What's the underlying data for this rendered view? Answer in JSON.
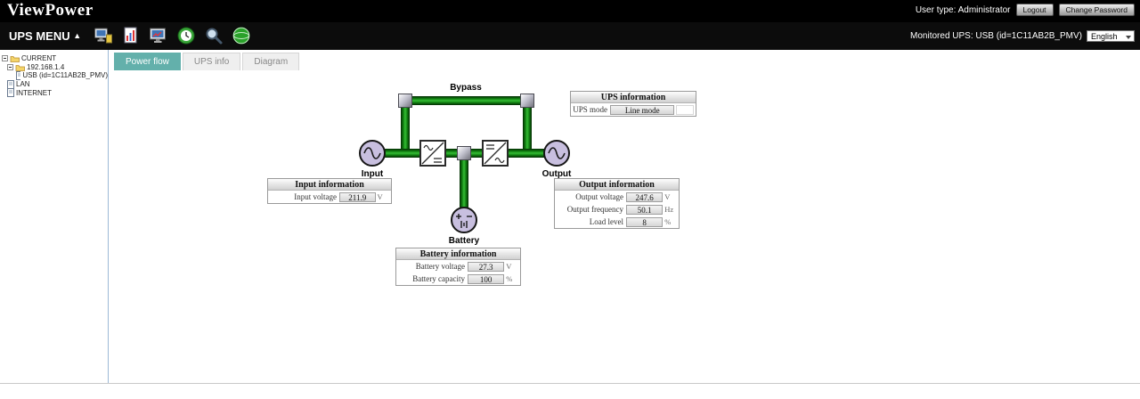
{
  "header": {
    "brand": "ViewPower",
    "user_type": "User type: Administrator",
    "logout_label": "Logout",
    "change_password_label": "Change Password"
  },
  "menubar": {
    "menu_label": "UPS MENU",
    "menu_arrow": "▲",
    "monitored_ups": "Monitored UPS: USB (id=1C11AB2B_PMV)",
    "language": "English",
    "icons": [
      "monitor-icon",
      "report-icon",
      "log-screen-icon",
      "clock-icon",
      "search-icon",
      "globe-icon"
    ]
  },
  "sidebar": {
    "items": [
      {
        "label": "CURRENT"
      },
      {
        "label": "192.168.1.4"
      },
      {
        "label": "USB (id=1C11AB2B_PMV)"
      },
      {
        "label": "LAN"
      },
      {
        "label": "INTERNET"
      }
    ]
  },
  "tabs": [
    {
      "label": "Power flow"
    },
    {
      "label": "UPS info"
    },
    {
      "label": "Diagram"
    }
  ],
  "diagram": {
    "bypass_label": "Bypass",
    "input_label": "Input",
    "output_label": "Output",
    "battery_label": "Battery",
    "panels": {
      "ups": {
        "title": "UPS information",
        "rows": [
          {
            "label": "UPS mode",
            "value": "Line mode",
            "unit": ""
          }
        ]
      },
      "input": {
        "title": "Input information",
        "rows": [
          {
            "label": "Input voltage",
            "value": "211.9",
            "unit": "V"
          }
        ]
      },
      "output": {
        "title": "Output information",
        "rows": [
          {
            "label": "Output voltage",
            "value": "247.6",
            "unit": "V"
          },
          {
            "label": "Output frequency",
            "value": "50.1",
            "unit": "Hz"
          },
          {
            "label": "Load level",
            "value": "8",
            "unit": "%"
          }
        ]
      },
      "battery": {
        "title": "Battery information",
        "rows": [
          {
            "label": "Battery voltage",
            "value": "27.3",
            "unit": "V"
          },
          {
            "label": "Battery capacity",
            "value": "100",
            "unit": "%"
          }
        ]
      }
    }
  },
  "colors": {
    "topbar_bg": "#000000",
    "active_tab": "#63b0ab",
    "pipe_green": "#1f9a1f",
    "node_fill": "#c8bfdf",
    "panel_header": "#d9d9d9"
  }
}
